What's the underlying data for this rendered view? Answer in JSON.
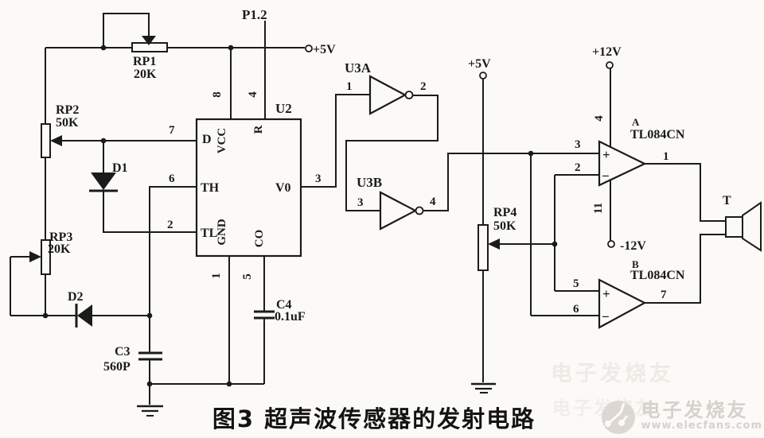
{
  "figure": {
    "caption": "图3 超声波传感器的发射电路"
  },
  "watermark": {
    "brand": "电子发烧友",
    "site": "www.elecfans.com"
  },
  "colors": {
    "ink": "#1b1b1b",
    "paper": "#fbfaf7",
    "watermark": "#d6d1cd"
  },
  "power": {
    "p1_2": "P1.2",
    "v5_left": "+5V",
    "v5_mid": "+5V",
    "v12_pos": "+12V",
    "v12_neg": "-12V"
  },
  "components": {
    "rp1": {
      "ref": "RP1",
      "value": "20K"
    },
    "rp2": {
      "ref": "RP2",
      "value": "50K"
    },
    "rp3": {
      "ref": "RP3",
      "value": "20K"
    },
    "rp4": {
      "ref": "RP4",
      "value": "50K"
    },
    "d1": {
      "ref": "D1"
    },
    "d2": {
      "ref": "D2"
    },
    "c3": {
      "ref": "C3",
      "value": "560P"
    },
    "c4": {
      "ref": "C4",
      "value": "0.1uF"
    },
    "transducer": {
      "ref": "T"
    }
  },
  "u2": {
    "ref": "U2",
    "pins": {
      "d": "D",
      "th": "TH",
      "tl": "TL",
      "vcc": "VCC",
      "gnd": "GND",
      "r": "R",
      "co": "CO",
      "vo": "V0",
      "n7": "7",
      "n6": "6",
      "n2": "2",
      "n3": "3",
      "n8": "8",
      "n4": "4",
      "n1": "1",
      "n5": "5"
    }
  },
  "u3a": {
    "ref": "U3A",
    "pin_in": "1",
    "pin_out": "2"
  },
  "u3b": {
    "ref": "U3B",
    "pin_in": "3",
    "pin_out": "4"
  },
  "opamp_a": {
    "des": "A",
    "part": "TL084CN",
    "pin_plus": "3",
    "pin_minus": "2",
    "pin_out": "1",
    "pin_vcc": "4",
    "pin_vee": "11",
    "plus_sign": "+",
    "minus_sign": "−"
  },
  "opamp_b": {
    "des": "B",
    "part": "TL084CN",
    "pin_plus": "5",
    "pin_minus": "6",
    "pin_out": "7",
    "plus_sign": "+",
    "minus_sign": "−"
  }
}
